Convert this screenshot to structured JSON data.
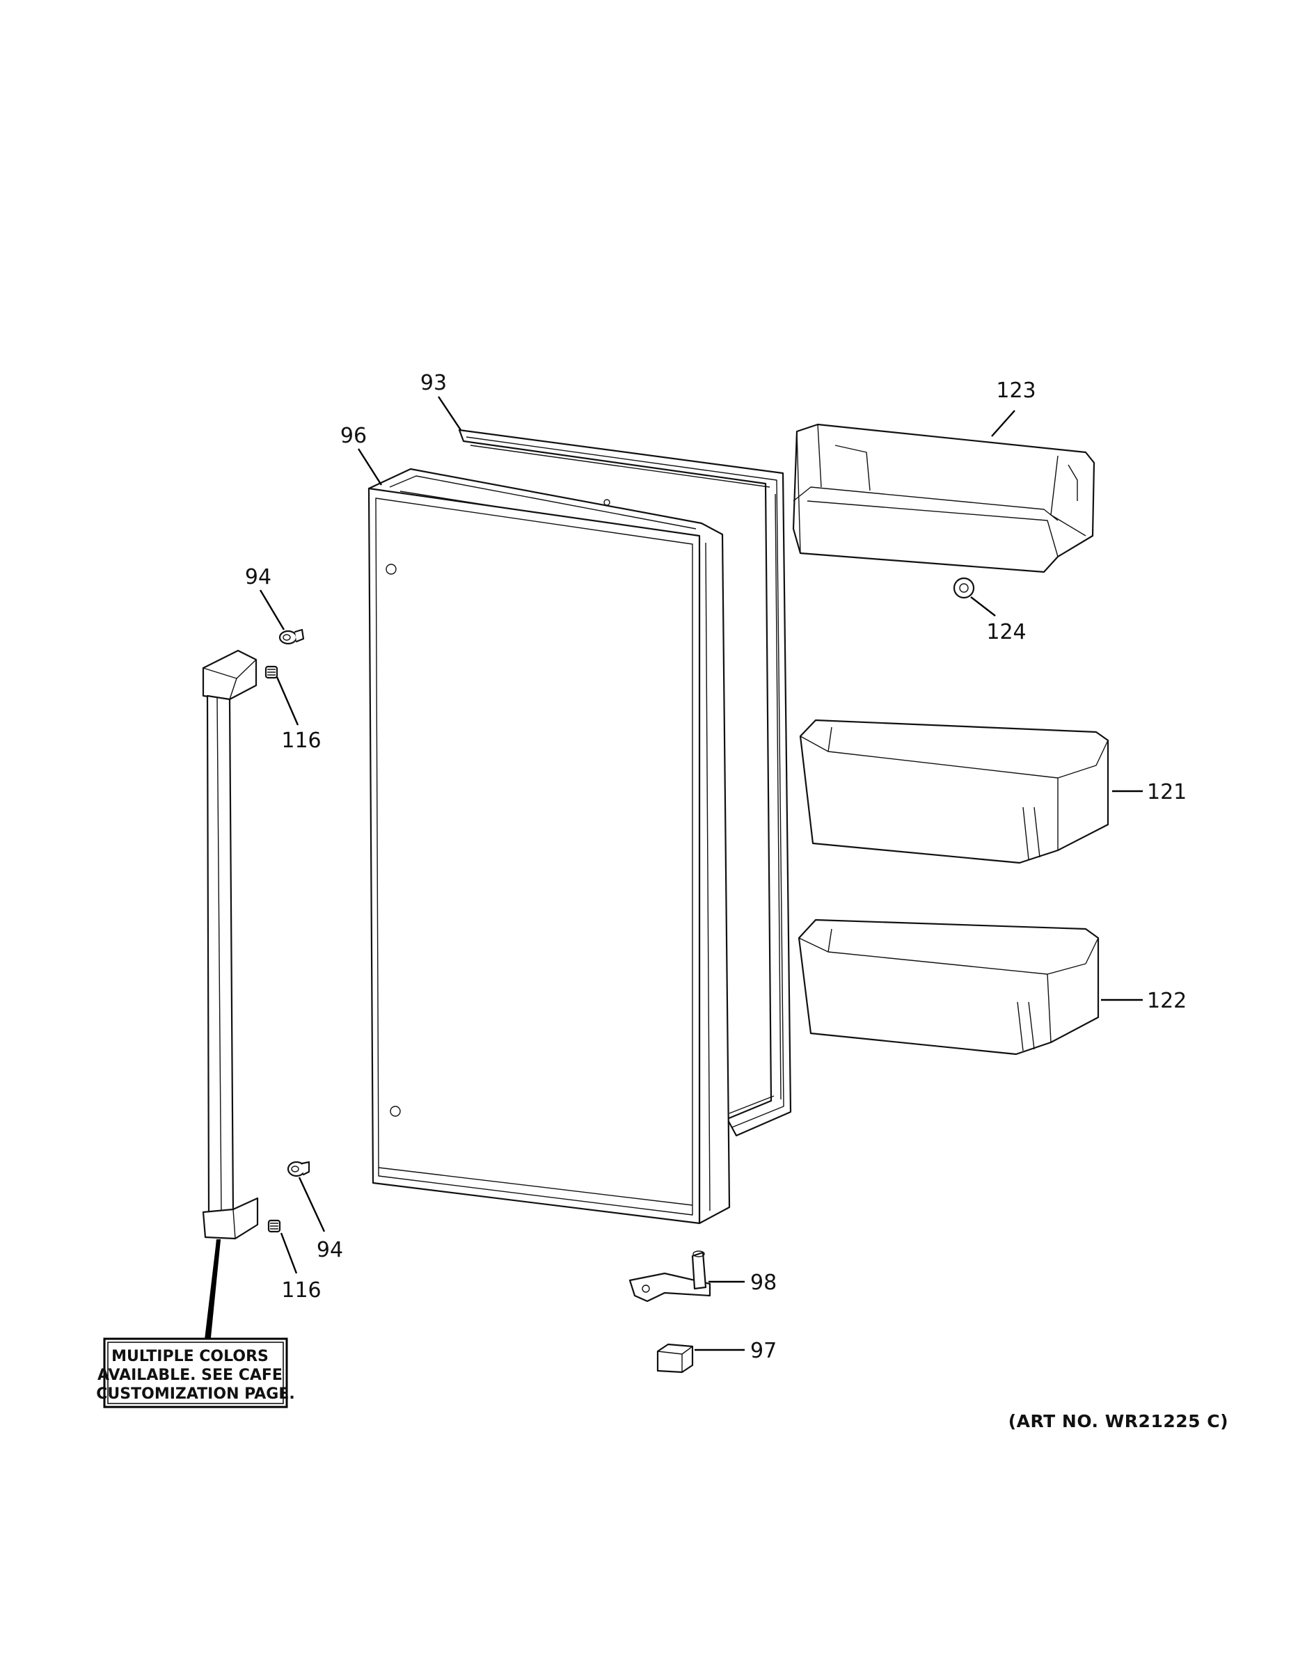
{
  "callouts": {
    "c93": "93",
    "c96": "96",
    "c123": "123",
    "c124": "124",
    "c94_top": "94",
    "c116_top": "116",
    "c121": "121",
    "c122": "122",
    "c94_bottom": "94",
    "c116_bottom": "116",
    "c98": "98",
    "c97": "97"
  },
  "note": {
    "line1": "MULTIPLE COLORS",
    "line2": "AVAILABLE. SEE CAFE",
    "line3": "CUSTOMIZATION PAGE."
  },
  "art_number": "(ART NO. WR21225 C)",
  "colors": {
    "line": "#111111",
    "background": "#ffffff"
  }
}
